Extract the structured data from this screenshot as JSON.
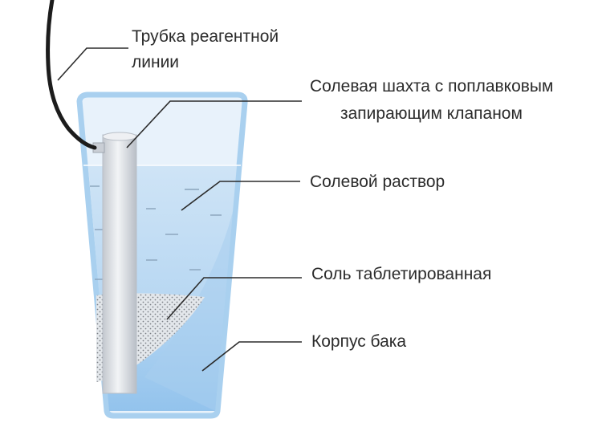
{
  "labels": {
    "reagent_tube": [
      "Трубка реагентной",
      "линии"
    ],
    "salt_shaft": [
      "Солевая шахта с поплавковым",
      "запирающим клапаном"
    ],
    "brine": "Солевой раствор",
    "salt": "Соль таблетированная",
    "tank_body": "Корпус бака"
  },
  "colors": {
    "tank_light": "#dcebf8",
    "tank_outline": "#a9d0ef",
    "brine": "#c4ddf3",
    "tank_bottom": "#9cc8ee",
    "salt": "#dfe4e9",
    "shaft": "#d9dde3",
    "tube": "#1c1c1c",
    "text": "#2b2b2b"
  }
}
